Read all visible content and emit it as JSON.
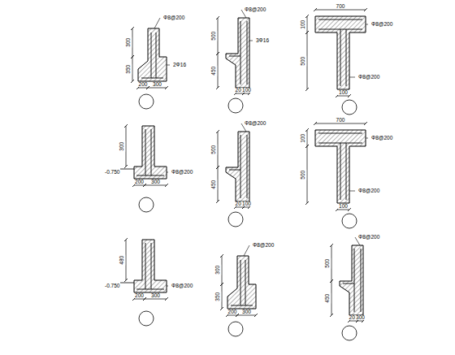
{
  "diagram": {
    "labels": [
      "Φ8@200",
      "300",
      "350",
      "200",
      "300",
      "2Φ16",
      "Φ8@200",
      "500",
      "450",
      "200",
      "100",
      "3Φ16",
      "Φ8@200",
      "700",
      "100",
      "500",
      "100",
      "Φ8@200",
      "-0.750",
      "300",
      "200",
      "300",
      "Φ8@200",
      "Φ8@200",
      "500",
      "450",
      "200",
      "100",
      "Φ8@200",
      "700",
      "100",
      "500",
      "100",
      "Φ8@200",
      "-0.750",
      "480",
      "200",
      "300",
      "Φ8@200",
      "Φ8@200",
      "300",
      "350",
      "200",
      "300",
      "Φ8@200",
      "500",
      "450",
      "200",
      "300"
    ]
  }
}
